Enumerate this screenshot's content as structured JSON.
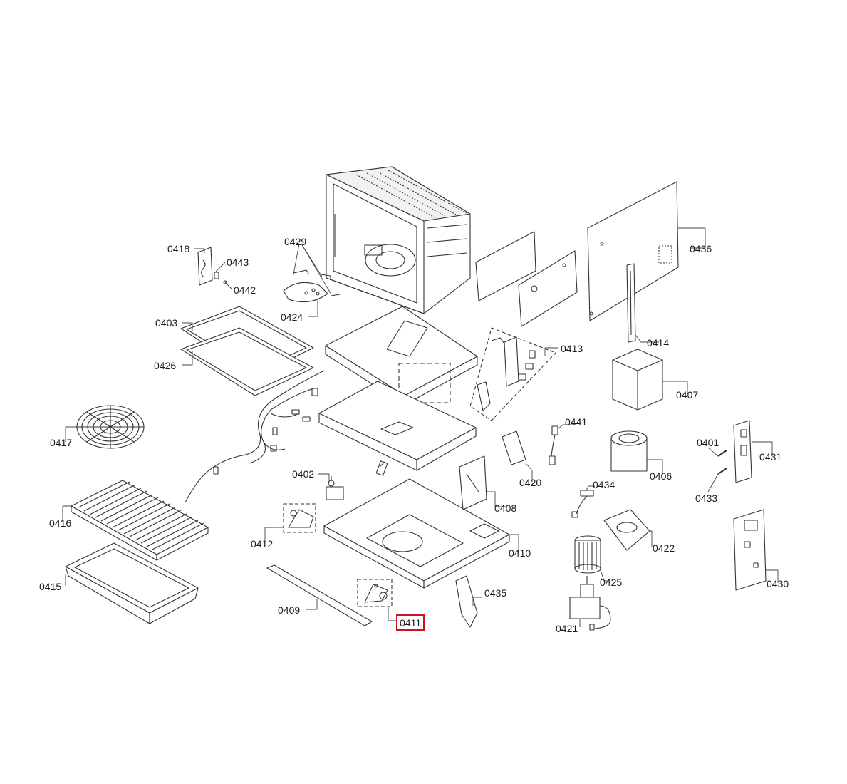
{
  "diagram": {
    "highlight_color": "#d0101c",
    "highlighted_part": "0411",
    "part_labels": {
      "p0401": "0401",
      "p0402": "0402",
      "p0403": "0403",
      "p0406": "0406",
      "p0407": "0407",
      "p0408": "0408",
      "p0409": "0409",
      "p0410": "0410",
      "p0411": "0411",
      "p0412": "0412",
      "p0413": "0413",
      "p0414": "0414",
      "p0415": "0415",
      "p0416": "0416",
      "p0417": "0417",
      "p0418": "0418",
      "p0420": "0420",
      "p0421": "0421",
      "p0422": "0422",
      "p0424": "0424",
      "p0425": "0425",
      "p0426": "0426",
      "p0429": "0429",
      "p0430": "0430",
      "p0431": "0431",
      "p0433": "0433",
      "p0434": "0434",
      "p0435": "0435",
      "p0436": "0436",
      "p0441": "0441",
      "p0442": "0442",
      "p0443": "0443"
    }
  }
}
